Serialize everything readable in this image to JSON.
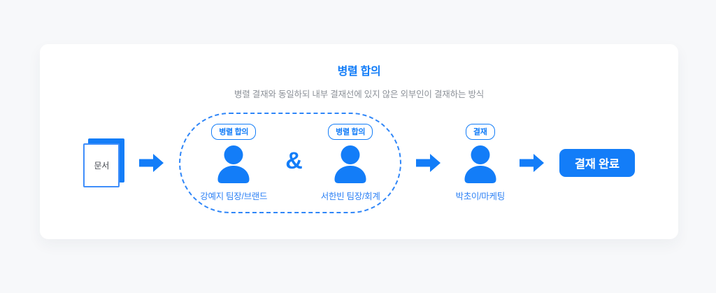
{
  "colors": {
    "page_background": "#f7f8fa",
    "card_background": "#ffffff",
    "primary_blue": "#137df8",
    "name_text_blue": "#2e82f5",
    "subtitle_gray": "#8d9299",
    "document_text": "#41454c",
    "button_text": "#ffffff"
  },
  "header": {
    "title": "병렬 합의",
    "subtitle": "병렬 결재와 동일하되 내부 결재선에 있지 않은 외부인이 결재하는 방식"
  },
  "flow": {
    "document": {
      "label": "문서"
    },
    "parallel_group": {
      "approvers": [
        {
          "badge": "병렬 합의",
          "name": "강예지 팀장/브랜드"
        },
        {
          "badge": "병렬 합의",
          "name": "서한빈 팀장/회계"
        }
      ],
      "connector": "&"
    },
    "final_approver": {
      "badge": "결재",
      "name": "박초이/마케팅"
    },
    "result_button": {
      "label": "결재 완료"
    }
  },
  "icons": {
    "document": "document-icon",
    "arrow": "arrow-right-icon",
    "person": "person-icon"
  }
}
